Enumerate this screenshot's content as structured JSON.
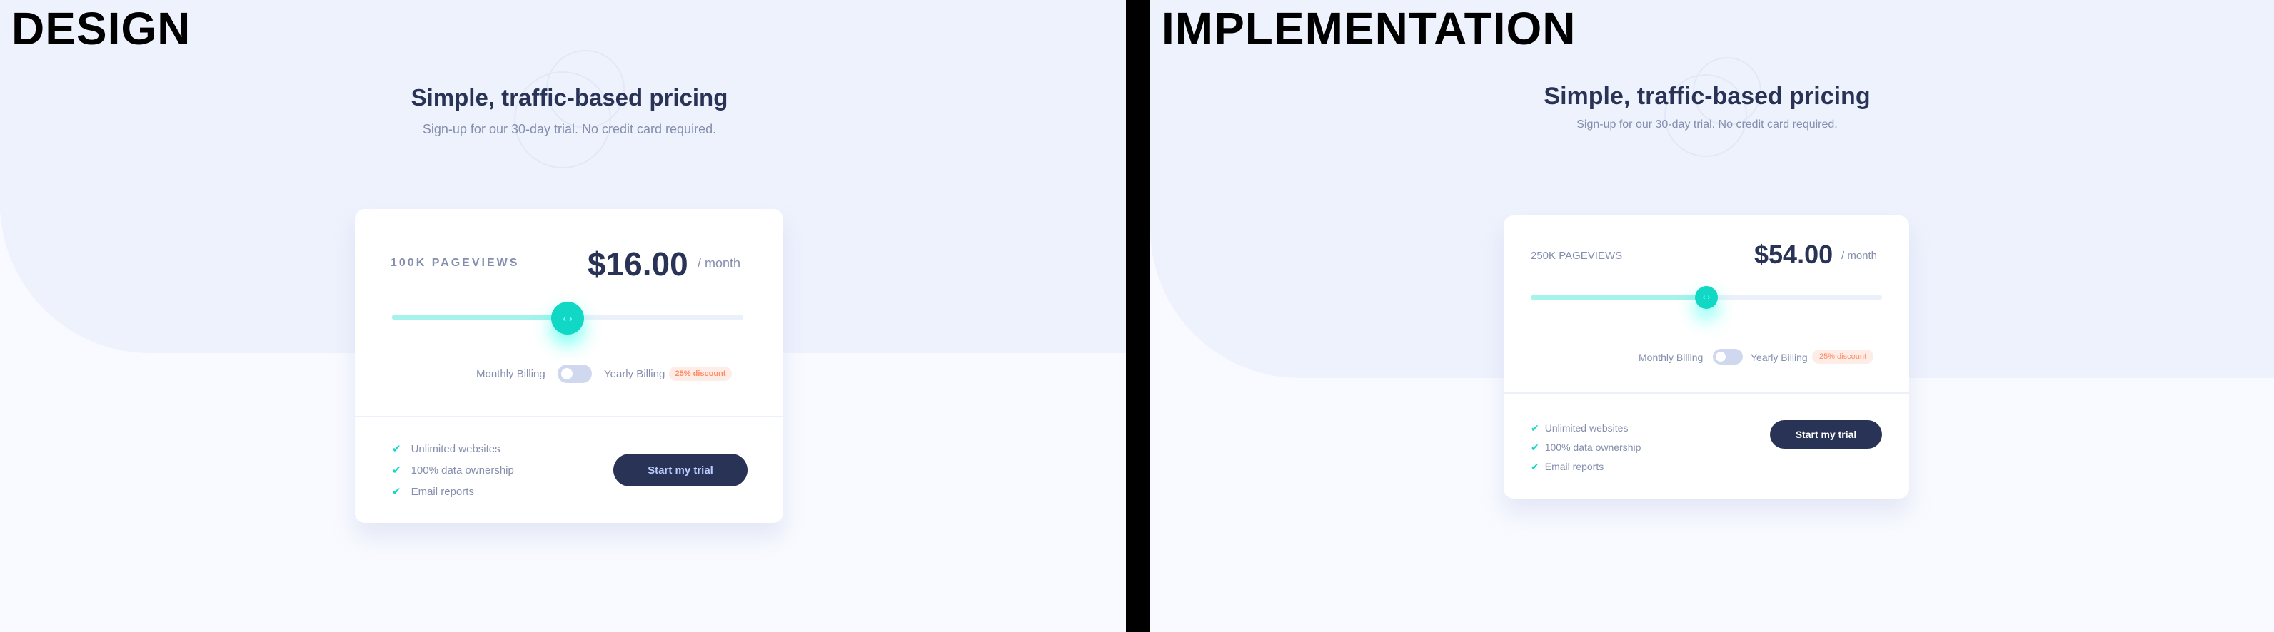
{
  "labels": {
    "design": "DESIGN",
    "implementation": "IMPLEMENTATION"
  },
  "design": {
    "title": "Simple, traffic-based pricing",
    "subtitle": "Sign-up for our 30-day trial. No credit card required.",
    "pageviews": "100K PAGEVIEWS",
    "price": "$16.00",
    "per_month": "/ month",
    "slider_level_percent": 50,
    "thumb_glyph": "‹ ›",
    "monthly_label": "Monthly Billing",
    "yearly_label": "Yearly Billing",
    "yearly_on": false,
    "discount": "25% discount",
    "features": [
      "Unlimited websites",
      "100% data ownership",
      "Email reports"
    ],
    "check": "✔",
    "cta": "Start my trial"
  },
  "implementation": {
    "title": "Simple, traffic-based pricing",
    "subtitle": "Sign-up for our 30-day trial. No credit card required.",
    "pageviews": "250K PAGEVIEWS",
    "price": "$54.00",
    "per_month": "/ month",
    "slider_level_percent": 50,
    "thumb_glyph": "‹ ›",
    "monthly_label": "Monthly Billing",
    "yearly_label": "Yearly Billing",
    "yearly_on": false,
    "discount": "25% discount",
    "features": [
      "Unlimited websites",
      "100% data ownership",
      "Email reports"
    ],
    "check": "✔",
    "cta": "Start my trial"
  },
  "colors": {
    "accent": "#10d8c4",
    "slider_fill": "#a5f3eb",
    "dark_blue": "#293356",
    "text_gray": "#848ead",
    "discount_bg": "#feece7",
    "discount_text": "#ff8c66"
  }
}
